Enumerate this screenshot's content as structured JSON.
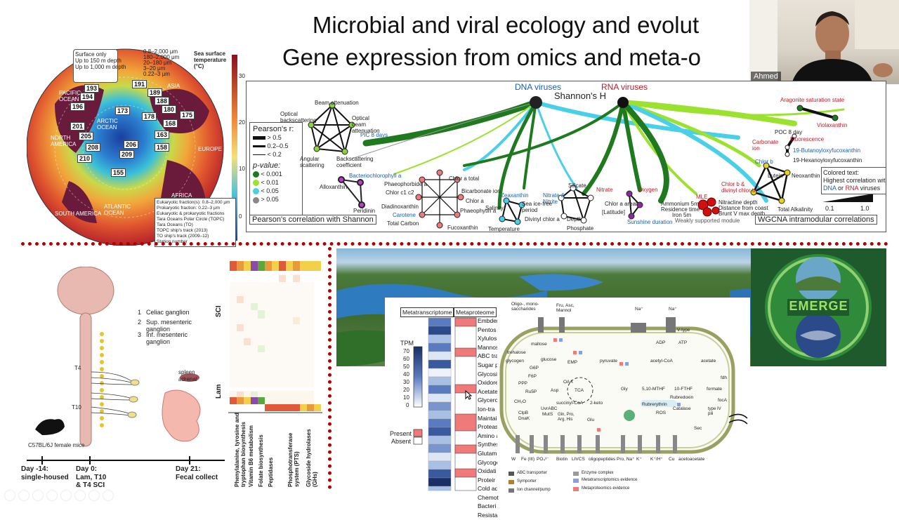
{
  "slide": {
    "title_line1": "Microbial and viral ecology and evolut",
    "title_line2": "Gene expression from omics and meta-o"
  },
  "video": {
    "presenter_name": "Ahmed"
  },
  "map": {
    "legend_top": [
      "Surface only",
      "Up to 150 m depth",
      "Up to 1,000 m depth"
    ],
    "sizes": [
      "0.8–2,000 μm",
      "180–2,000 μm",
      "20–180 μm",
      "3–20 μm",
      "0.22–3 μm"
    ],
    "temp_label": "Sea surface temperature (°C)",
    "temp_ticks": [
      "30",
      "20",
      "10",
      "0"
    ],
    "regions": [
      "ASIA",
      "PACIFIC OCEAN",
      "ARCTIC OCEAN",
      "NORTH AMERICA",
      "ATLANTIC OCEAN",
      "EUROPE",
      "AFRICA",
      "SOUTH AMERICA"
    ],
    "stations": [
      "193",
      "191",
      "194",
      "189",
      "196",
      "188",
      "173",
      "180",
      "178",
      "175",
      "201",
      "168",
      "205",
      "163",
      "208",
      "206",
      "158",
      "210",
      "209",
      "155"
    ],
    "legend_bottom": [
      "Eukaryotic fraction(s): 0.8–2,000 μm",
      "Prokaryotic fraction: 0.22–3 μm",
      "Eukaryotic & prokaryotic fractions",
      "Tara Oceans Polar Circle (TOPC)",
      "Tara Oceans (TO)",
      "TOPC ship's track (2013)",
      "TO ship's track (2009–12)",
      "Station number"
    ]
  },
  "network": {
    "dna_viruses": "DNA viruses",
    "rna_viruses": "RNA viruses",
    "shannon": "Shannon's H",
    "pearson_title": "Pearson's r:",
    "pearson_levels": [
      "> 0.5",
      "0.2–0.5",
      "< 0.2"
    ],
    "p_title": "p-value:",
    "p_levels": [
      "< 0.001",
      "< 0.01",
      "< 0.05",
      "> 0.05"
    ],
    "p_colors": [
      "#1f7a1f",
      "#9be22e",
      "#49d0e8",
      "#888888"
    ],
    "caption_left": "Pearson's correlation with Shannon",
    "caption_right": "WGCNA intramodular correlations",
    "legend_colored": "Colored text:",
    "legend_highest": "Highest correlation with",
    "legend_dna": "DNA",
    "legend_or": "or",
    "legend_rna": "RNA",
    "legend_viruses": "viruses",
    "scale_min": "0.1",
    "scale_max": "1.0",
    "weak": "Weakly supported module",
    "nodes": {
      "beam_att": "Beam attenuation",
      "opt_back": "Optical backscattering",
      "opt_beam": "Optical beam attenuation",
      "angular": "Angular scattering",
      "backscat": "Backscattering coefficient",
      "pic8": "PIC 8 days",
      "bchl": "Bacteriochlorophyll a",
      "allox": "Alloxanthin",
      "perid": "Peridinin",
      "chl_total": "Chlor a total",
      "phaeob": "Phaeophorbide a",
      "chlc": "Chlor c1 c2",
      "diadino": "Diadinoxanthin",
      "carot": "Carotene",
      "totc": "Total Carbon",
      "bicarb": "Bicarbonate ion",
      "chla": "Chlor a",
      "phaeo": "Phaeophytin a",
      "fuco": "Fucoxanthin",
      "zea": "Zeaxanthin",
      "salinity": "Salinity",
      "seaice": "Sea ice-free period",
      "divinyl": "Divinyl chlor a",
      "temp": "Temperature",
      "nitrate_nitrite": "Nitrate & Nitrite",
      "silicate": "Silicate",
      "nitrate": "Nitrate",
      "depth": "Depth",
      "phosphate": "Phosphate",
      "oxygen": "Oxygen",
      "chl_areal": "Chlor a areal",
      "latitude": "[Latitude]",
      "sunshine": "Sunshine duration",
      "mle": "MLE",
      "ammonium": "Ammonium 5m",
      "residence": "Residence time",
      "iron": "Iron 5m",
      "nitracline": "Nitracline depth",
      "dist_coast": "Distance from coast",
      "brunt": "Brunt V max depth",
      "chlb_div": "Chlor b & divinyl chlor b",
      "chlb": "Chlor b",
      "lutein": "Lutein",
      "neox": "Neoxanthin",
      "alk": "Total Alkalinity",
      "arag": "Aragonite saturation state",
      "viola": "Violaxanthin",
      "poc": "POC 8 day",
      "fluor": "Fluorescence",
      "carbion": "Carbonate ion",
      "butan": "19-Butanoyloxyfucoxanthin",
      "hexan": "19-Hexanoyloxyfucoxanthin"
    }
  },
  "mouse": {
    "ganglia": [
      "1",
      "Celiac ganglion",
      "2",
      "Sup. mesenteric ganglion",
      "3",
      "Inf. mesenteric ganglion"
    ],
    "t4": "T4",
    "t10": "T10",
    "spleen": "spleen",
    "adrenal": "adrenal",
    "strain": "C57BL/6J female mice",
    "day14_a": "Day -14:",
    "day14_b": "single-housed",
    "day0_a": "Day 0:",
    "day0_b": "Lam, T10",
    "day0_c": "& T4 SCI",
    "day21_a": "Day 21:",
    "day21_b": "Fecal collect"
  },
  "heatmap": {
    "row_sci": "SCI",
    "row_lam": "Lam",
    "cols": [
      "Phenylalanine, tyrosine and tryptophan biosynthesis",
      "Vitamin B6 metabolism",
      "Folate biosynthesis",
      "Peptidases",
      "Phosphotransferase system (PTS)",
      "Glycoside hydrolases (GHs)"
    ]
  },
  "meta": {
    "metatranscriptome": "Metatranscriptome",
    "metaproteome": "Metaproteome",
    "tpm": "TPM",
    "tpm_ticks": [
      "70",
      "60",
      "50",
      "40",
      "30",
      "20",
      "10",
      "0"
    ],
    "present": "Present",
    "absent": "Absent",
    "pathways": [
      "Embden",
      "Pentos",
      "Xylulos",
      "Mannos",
      "ABC tra",
      "Sugar p",
      "Glycosi",
      "Oxidore",
      "Acetate",
      "Glycero",
      "Ion-tra",
      "Maintai",
      "Proteas",
      "Amino a",
      "Synthes",
      "Glutam",
      "Glycoge",
      "Oxidati",
      "Proteir",
      "Cold ad",
      "Chemot",
      "Bacteri",
      "Resista"
    ],
    "cell_labels": [
      "Oligo-, mono-saccharides",
      "Fru, Asc, Mannol",
      "Na⁺",
      "Na⁺",
      "maltose",
      "trehalose",
      "glycogen",
      "glucose",
      "G6P",
      "F6P",
      "EMP",
      "pyruvate",
      "acetyl-CoA",
      "acetate",
      "PPP",
      "Ru5P",
      "CH₂O",
      "Asp",
      "OAA",
      "TCA",
      "succinyl-CoA",
      "2-keto",
      "Glu",
      "Gly",
      "5,10-MTHF",
      "10-FTHF",
      "formate",
      "Rubredoxin",
      "Rubrerythrin",
      "ROS",
      "Catalase",
      "ClpB",
      "DnaK",
      "UvrABC",
      "MutS",
      "Gln, Pro, Arg, His",
      "W",
      "Fe (III)",
      "PO₄³⁻",
      "Biotin",
      "LIVCS",
      "oligopeptides",
      "Pro, Na⁺",
      "K⁺",
      "K⁺/H⁺",
      "Cu",
      "acetoacetate",
      "ATP",
      "ADP",
      "V-type",
      "fdh",
      "focA",
      "type IV pili",
      "Sec"
    ],
    "legend": [
      "ABC transporter",
      "Symporter",
      "Ion channel/pump",
      "Enzyme complex",
      "Metatranscriptomics evidence",
      "Metaproteomics evidence"
    ]
  },
  "emerge": {
    "label": "EMERGE"
  }
}
